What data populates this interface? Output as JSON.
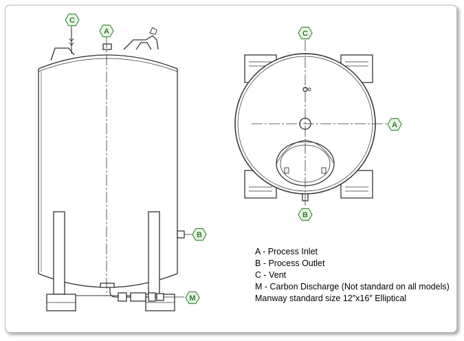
{
  "callouts": {
    "c_left": "C",
    "a_left": "A",
    "b_side": "B",
    "m_drain": "M",
    "c_top": "C",
    "a_right": "A",
    "b_bottom": "B"
  },
  "legend": [
    "A - Process Inlet",
    "B - Process Outlet",
    "C - Vent",
    "M - Carbon Discharge (Not standard on all models)",
    "Manway standard size 12″x16″ Elliptical"
  ],
  "colors": {
    "callout_stroke": "#3c8c3c",
    "callout_fill": "#eaf5e4",
    "callout_text": "#2e7d32",
    "line": "#333333"
  }
}
